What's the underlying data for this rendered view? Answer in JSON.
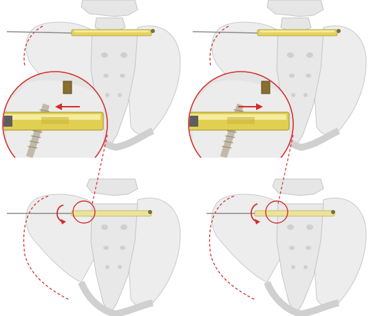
{
  "figure": {
    "panels": [
      {
        "id": "top-left",
        "view": "pelvis",
        "inset": "magnified-sleeve-screw",
        "arrow_direction": "left"
      },
      {
        "id": "top-right",
        "view": "pelvis",
        "inset": "magnified-sleeve-screw",
        "arrow_direction": "right"
      },
      {
        "id": "bottom-left",
        "view": "pelvis",
        "rotation_arrow": true
      },
      {
        "id": "bottom-right",
        "view": "pelvis",
        "rotation_arrow": true
      }
    ],
    "colors": {
      "bone": "#ededed",
      "bone_shadow": "#c9c9c9",
      "sleeve": "#d8c64a",
      "sleeve_light": "#f0e48c",
      "guide_wire": "#8a8a8a",
      "annotation": "#d42a2a",
      "screw": "#b8b0a0"
    }
  }
}
